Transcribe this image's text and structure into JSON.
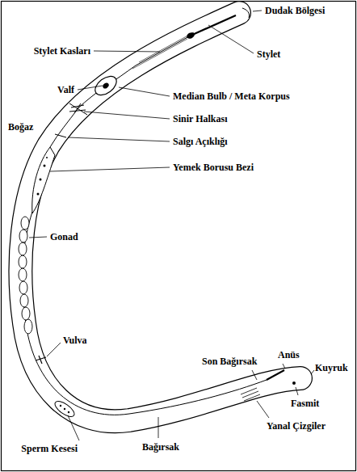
{
  "diagram": {
    "labels": [
      "Dudak Bölgesi",
      "Stylet",
      "Stylet Kasları",
      "Valf",
      "Boğaz",
      "Median Bulb / Meta Korpus",
      "Sinir Halkası",
      "Salgı Açıklığı",
      "Yemek Borusu Bezi",
      "Gonad",
      "Vulva",
      "Anüs",
      "Son Bağırsak",
      "Kuyruk",
      "Fasmit",
      "Yanal Çizgiler",
      "Sperm Kesesi",
      "Bağırsak"
    ]
  }
}
